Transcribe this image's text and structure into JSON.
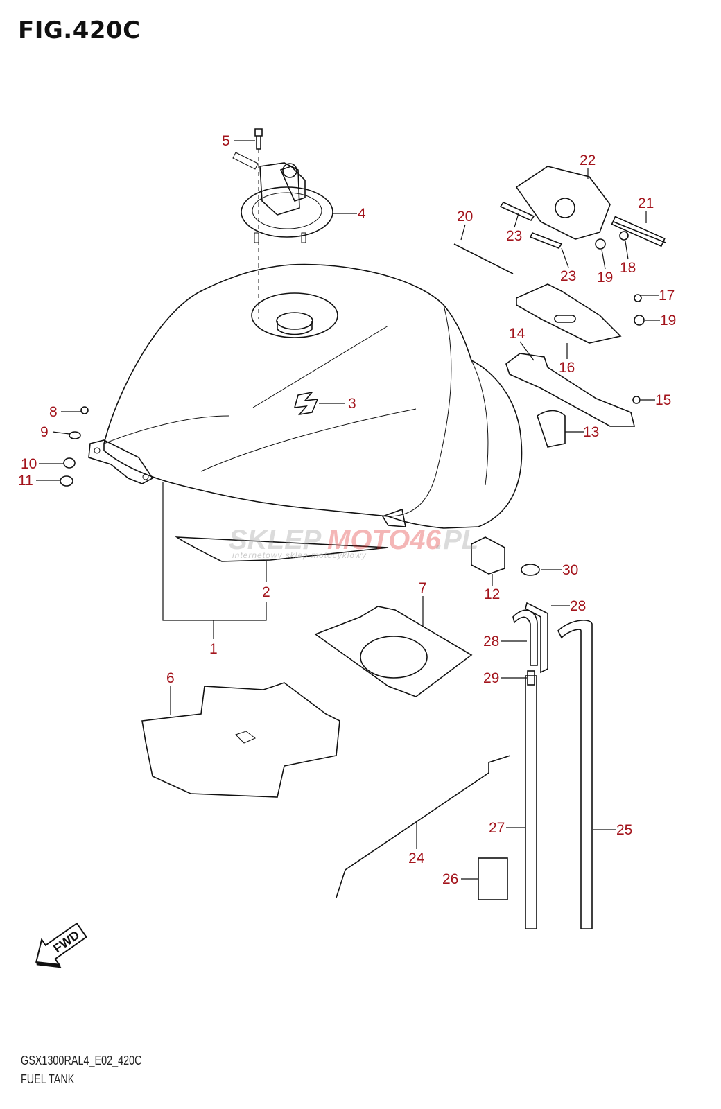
{
  "figure": {
    "title": "FIG.420C",
    "model_code": "GSX1300RAL4_E02_420C",
    "name": "FUEL TANK"
  },
  "watermark": {
    "brand_a": "SKLEP",
    "brand_b": "MOTO46",
    "brand_c": ".PL",
    "tagline": "internetowy sklep motocyklowy"
  },
  "fwd_label": "FWD",
  "callout_color": "#a3141c",
  "callouts": [
    "5",
    "4",
    "22",
    "21",
    "20",
    "23",
    "23",
    "19",
    "18",
    "17",
    "19",
    "14",
    "16",
    "15",
    "13",
    "3",
    "8",
    "9",
    "10",
    "11",
    "2",
    "1",
    "7",
    "12",
    "30",
    "28",
    "28",
    "29",
    "6",
    "27",
    "25",
    "24",
    "26"
  ]
}
